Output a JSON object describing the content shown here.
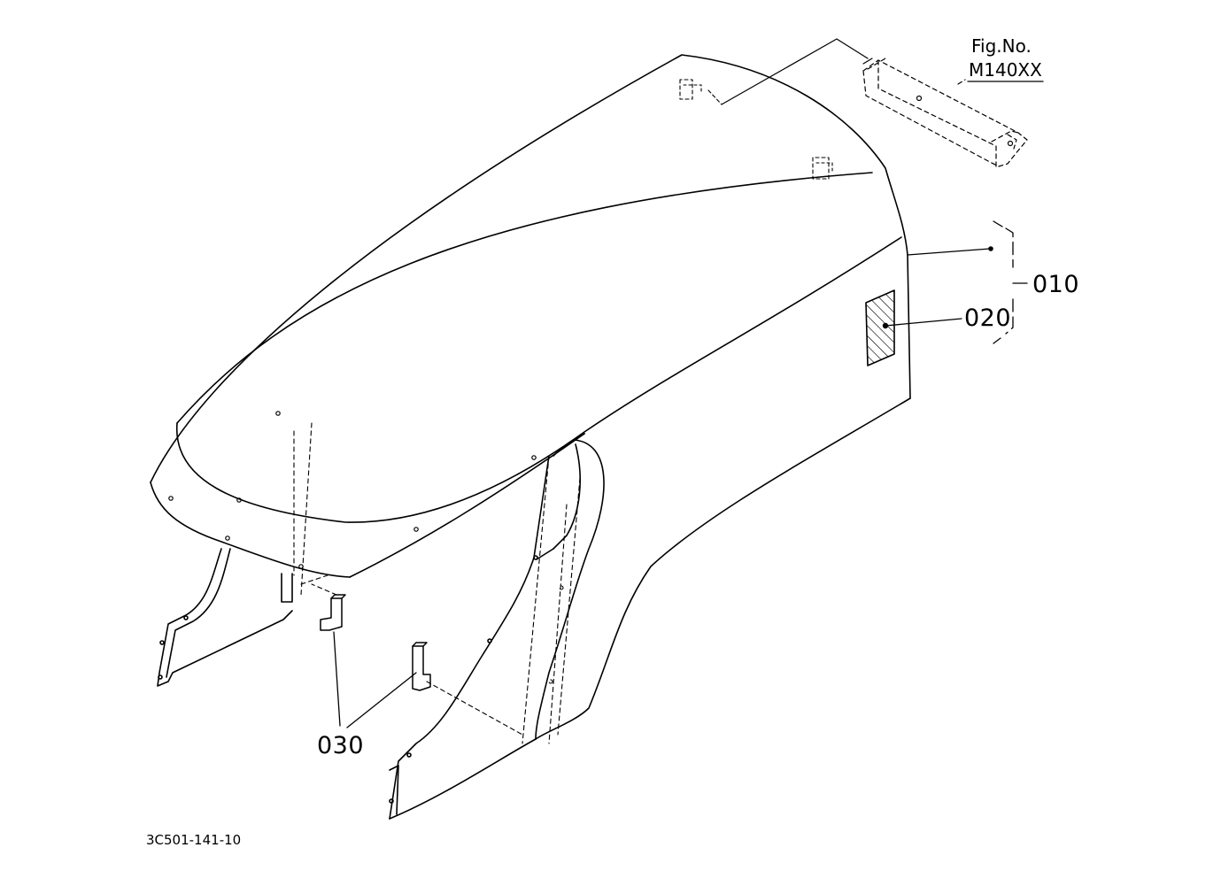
{
  "figure_ref": {
    "title": "Fig.No.",
    "number": "M140XX"
  },
  "callouts": [
    {
      "id": "010",
      "label": "010"
    },
    {
      "id": "020",
      "label": "020"
    },
    {
      "id": "030",
      "label": "030"
    }
  ],
  "drawing_code": "3C501-141-10",
  "colors": {
    "line": "#000000",
    "background": "#ffffff"
  }
}
